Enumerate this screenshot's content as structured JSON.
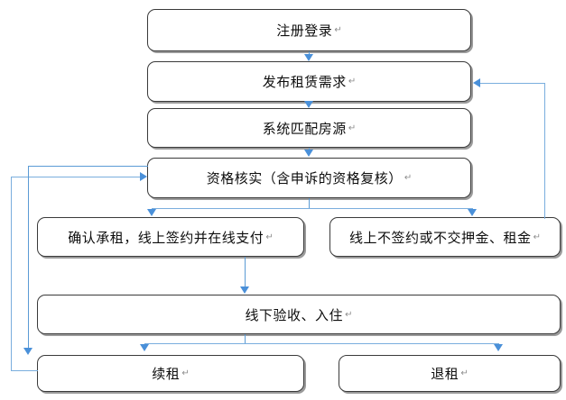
{
  "diagram": {
    "type": "flowchart",
    "orientation": "top-to-bottom",
    "paragraph_mark": "↵",
    "colors": {
      "node_border": "#3a3a3a",
      "node_shadow": "#9a9a9a",
      "node_fill": "#ffffff",
      "connector": "#7aaede",
      "arrow": "#4a90d9",
      "text": "#0d0d0d"
    },
    "nodes": [
      {
        "id": "register",
        "label": "注册登录"
      },
      {
        "id": "publish-demand",
        "label": "发布租赁需求"
      },
      {
        "id": "system-match",
        "label": "系统匹配房源"
      },
      {
        "id": "qualification-check",
        "label": "资格核实（含申诉的资格复核）"
      },
      {
        "id": "confirm-rent",
        "label": "确认承租，线上签约并在线支付"
      },
      {
        "id": "no-sign-no-pay",
        "label": "线上不签约或不交押金、租金"
      },
      {
        "id": "offline-acceptance",
        "label": "线下验收、入住"
      },
      {
        "id": "renew-lease",
        "label": "续租"
      },
      {
        "id": "end-lease",
        "label": "退租"
      }
    ],
    "edges": [
      {
        "from": "register",
        "to": "publish-demand"
      },
      {
        "from": "publish-demand",
        "to": "system-match"
      },
      {
        "from": "system-match",
        "to": "qualification-check"
      },
      {
        "from": "qualification-check",
        "to": "confirm-rent"
      },
      {
        "from": "qualification-check",
        "to": "no-sign-no-pay"
      },
      {
        "from": "no-sign-no-pay",
        "to": "publish-demand"
      },
      {
        "from": "confirm-rent",
        "to": "offline-acceptance"
      },
      {
        "from": "offline-acceptance",
        "to": "renew-lease"
      },
      {
        "from": "offline-acceptance",
        "to": "end-lease"
      },
      {
        "from": "renew-lease",
        "to": "qualification-check"
      }
    ]
  }
}
